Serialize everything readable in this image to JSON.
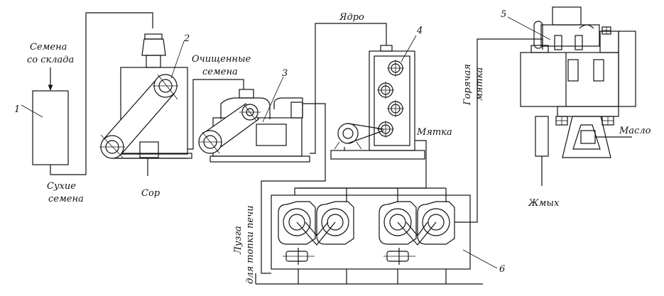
{
  "labels": {
    "seeds_from_storage_line1": "Семена",
    "seeds_from_storage_line2": "со склада",
    "dry_seeds_line1": "Сухие",
    "dry_seeds_line2": "семена",
    "debris": "Сор",
    "cleaned_seeds_line1": "Очищенные",
    "cleaned_seeds_line2": "семена",
    "kernel": "Ядро",
    "meal": "Мятка",
    "hot_meal_line1": "Горячая",
    "hot_meal_line2": "мятка",
    "oil": "Масло",
    "cake": "Жмых",
    "husk_line1": "Лузга",
    "husk_line2": "для топки печи"
  },
  "numbers": {
    "n1": "1",
    "n2": "2",
    "n3": "3",
    "n4": "4",
    "n5": "5",
    "n6": "6"
  }
}
